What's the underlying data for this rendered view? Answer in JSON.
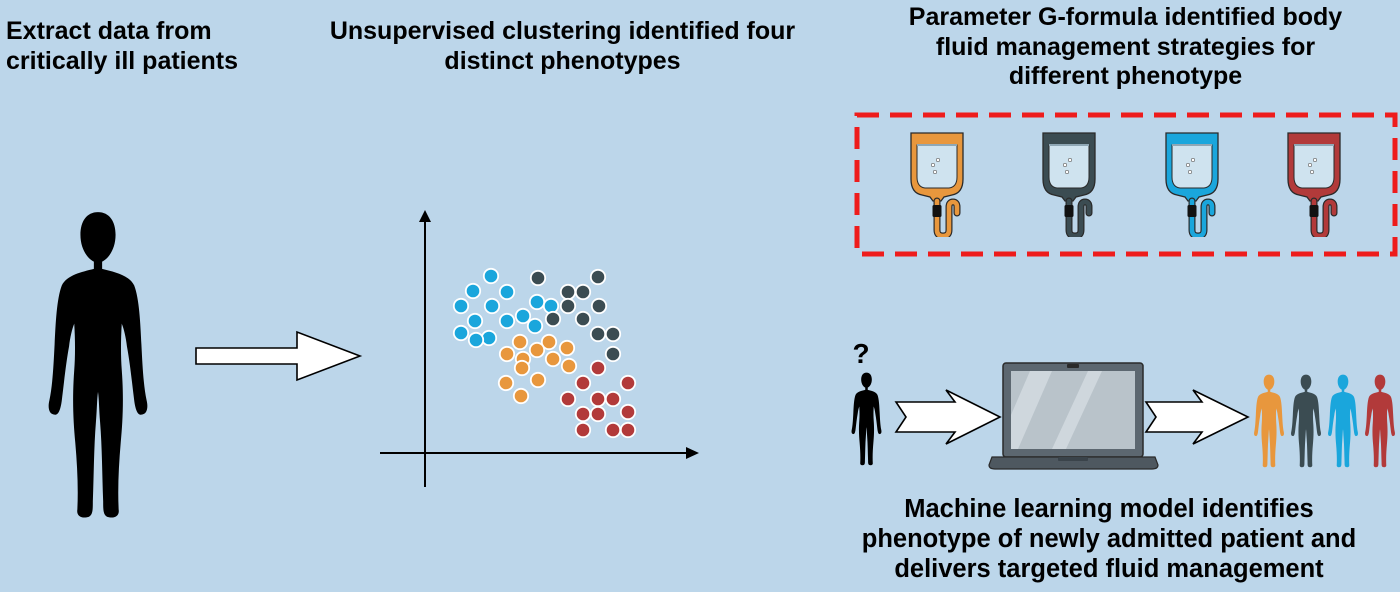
{
  "steps": {
    "extract": {
      "lines": [
        "Extract data from",
        "critically ill patients"
      ]
    },
    "clustering": {
      "lines": [
        "Unsupervised clustering identified four",
        "distinct phenotypes"
      ]
    },
    "gformula": {
      "lines": [
        "Parameter G-formula identified body",
        "fluid management strategies for",
        "different phenotype"
      ]
    },
    "ml_model": {
      "lines": [
        "Machine learning model identifies",
        "phenotype of newly admitted patient and",
        "delivers targeted fluid management"
      ]
    }
  },
  "unknown_patient_mark": "?",
  "phenotype_colors": {
    "orange": "#e8973d",
    "dark_slate": "#3b4c52",
    "blue": "#1aa6dc",
    "red": "#b23a3a"
  },
  "colors": {
    "background": "#bcd6ea",
    "dashed_box": "#ee1c1c",
    "silhouette": "#000000",
    "laptop_body": "#5c6770",
    "laptop_screen": "#b9c3ca"
  },
  "phenotype_order": [
    "orange",
    "dark_slate",
    "blue",
    "red"
  ],
  "icons": [
    "human-silhouette",
    "right-arrow",
    "iv-bag-icon",
    "laptop-icon",
    "question-mark"
  ]
}
